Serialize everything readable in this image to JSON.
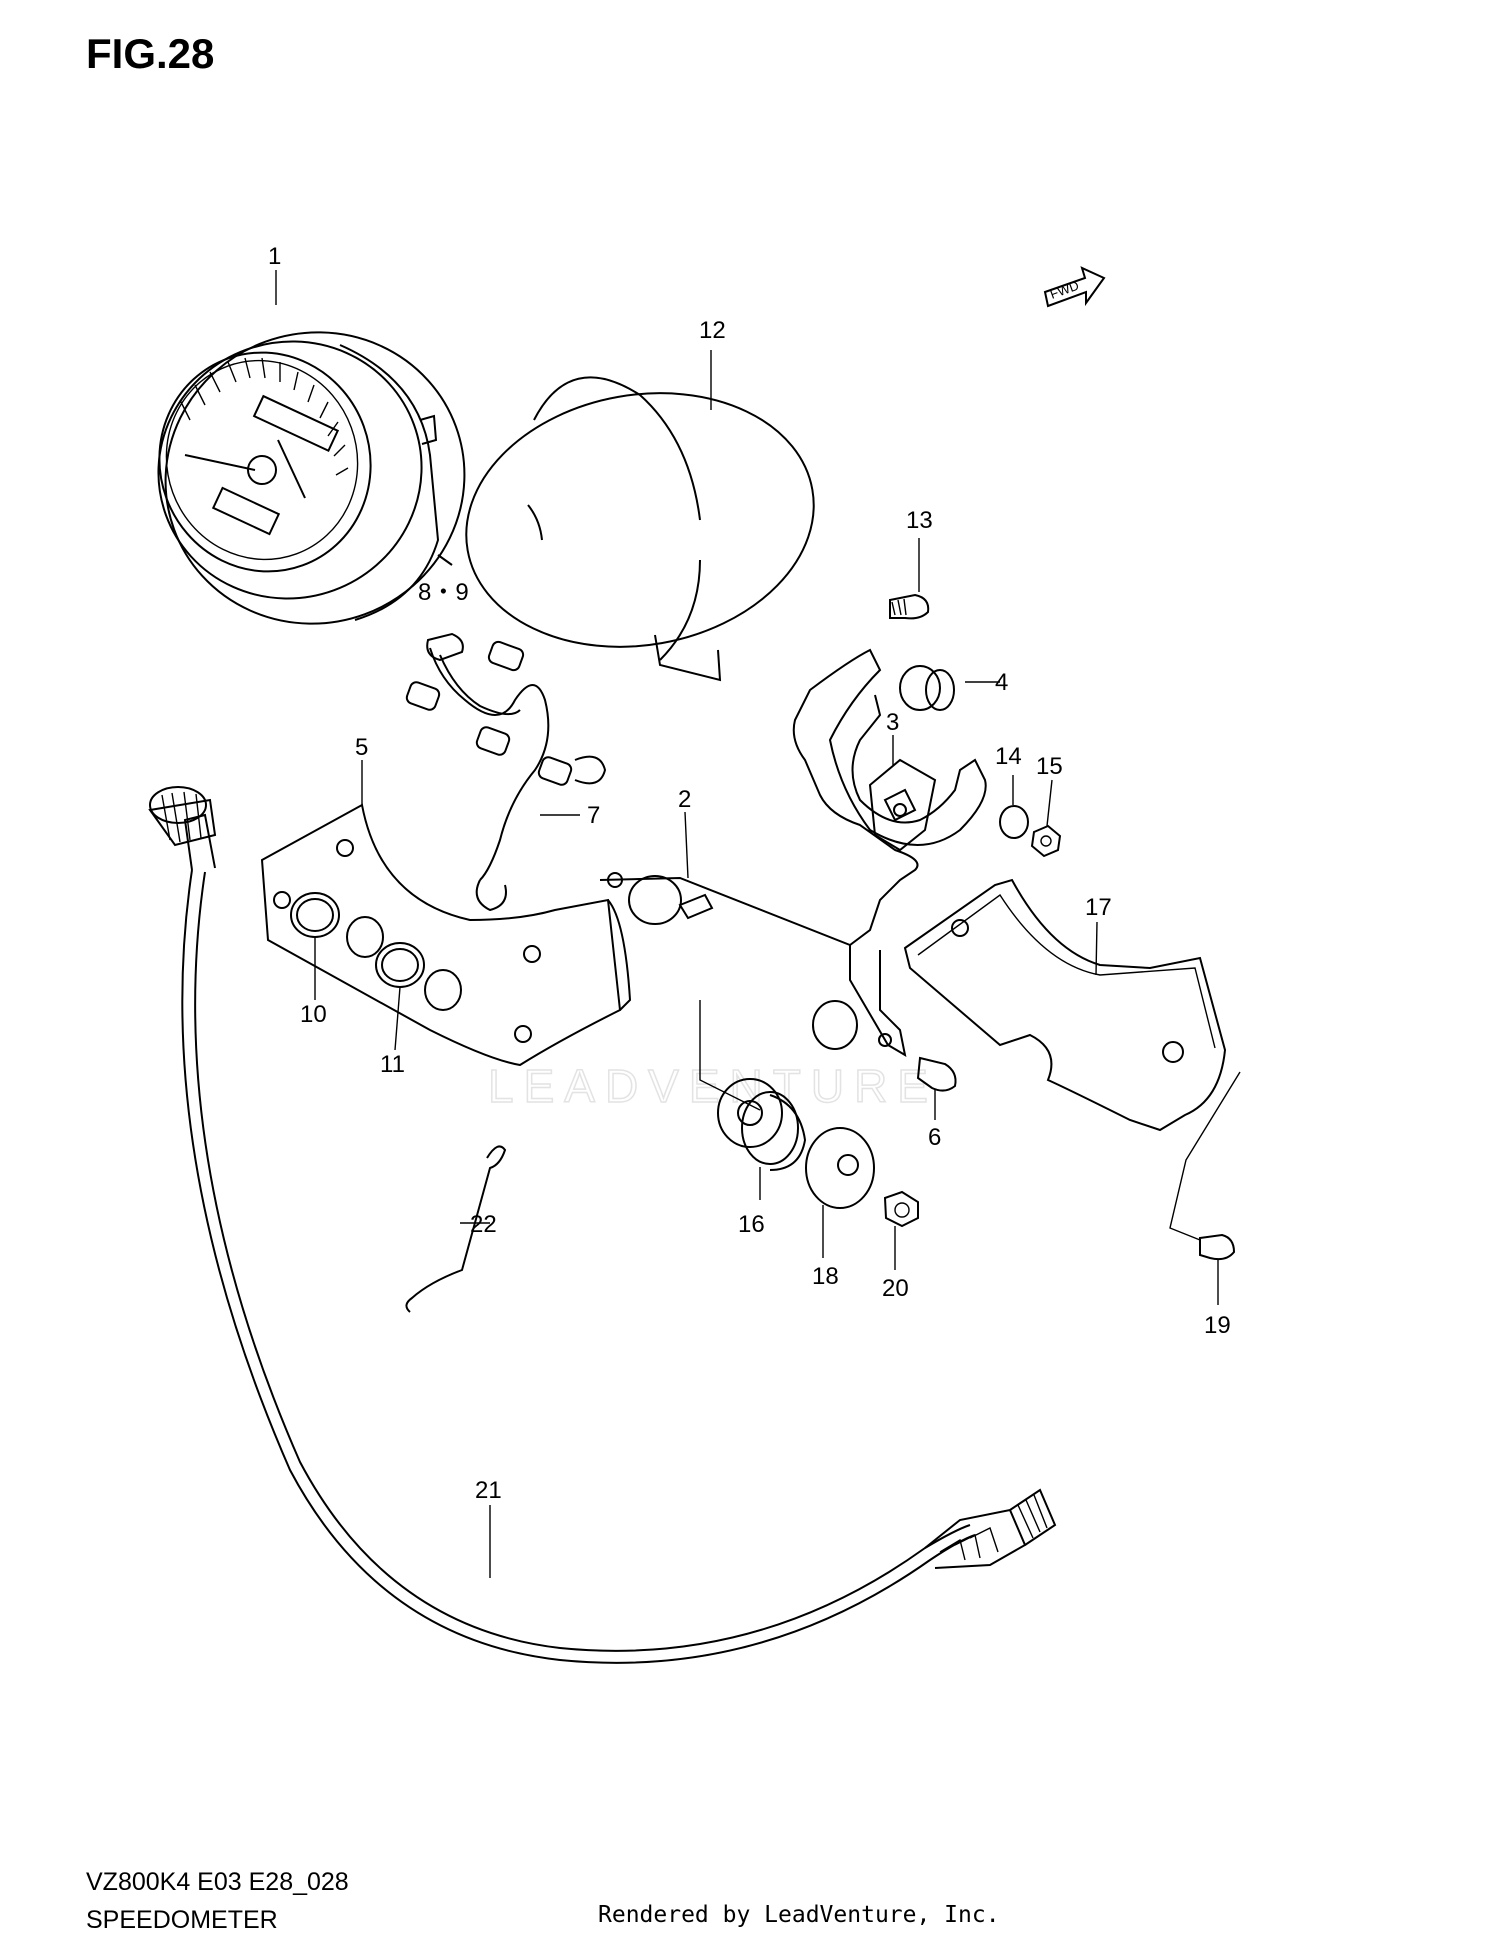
{
  "figure": {
    "title": "FIG.28"
  },
  "footer": {
    "model_code": "VZ800K4 E03 E28_028",
    "section_name": "SPEEDOMETER",
    "credit": "Rendered by LeadVenture, Inc."
  },
  "watermark": "LEADVENTURE",
  "fwd_arrow": "FWD",
  "callouts": {
    "c1": "1",
    "c2": "2",
    "c3": "3",
    "c4": "4",
    "c5": "5",
    "c6": "6",
    "c7": "7",
    "c8_9": "8・9",
    "c10": "10",
    "c11": "11",
    "c12": "12",
    "c13": "13",
    "c14": "14",
    "c15": "15",
    "c16": "16",
    "c17": "17",
    "c18": "18",
    "c19": "19",
    "c20": "20",
    "c21": "21",
    "c22": "22"
  }
}
